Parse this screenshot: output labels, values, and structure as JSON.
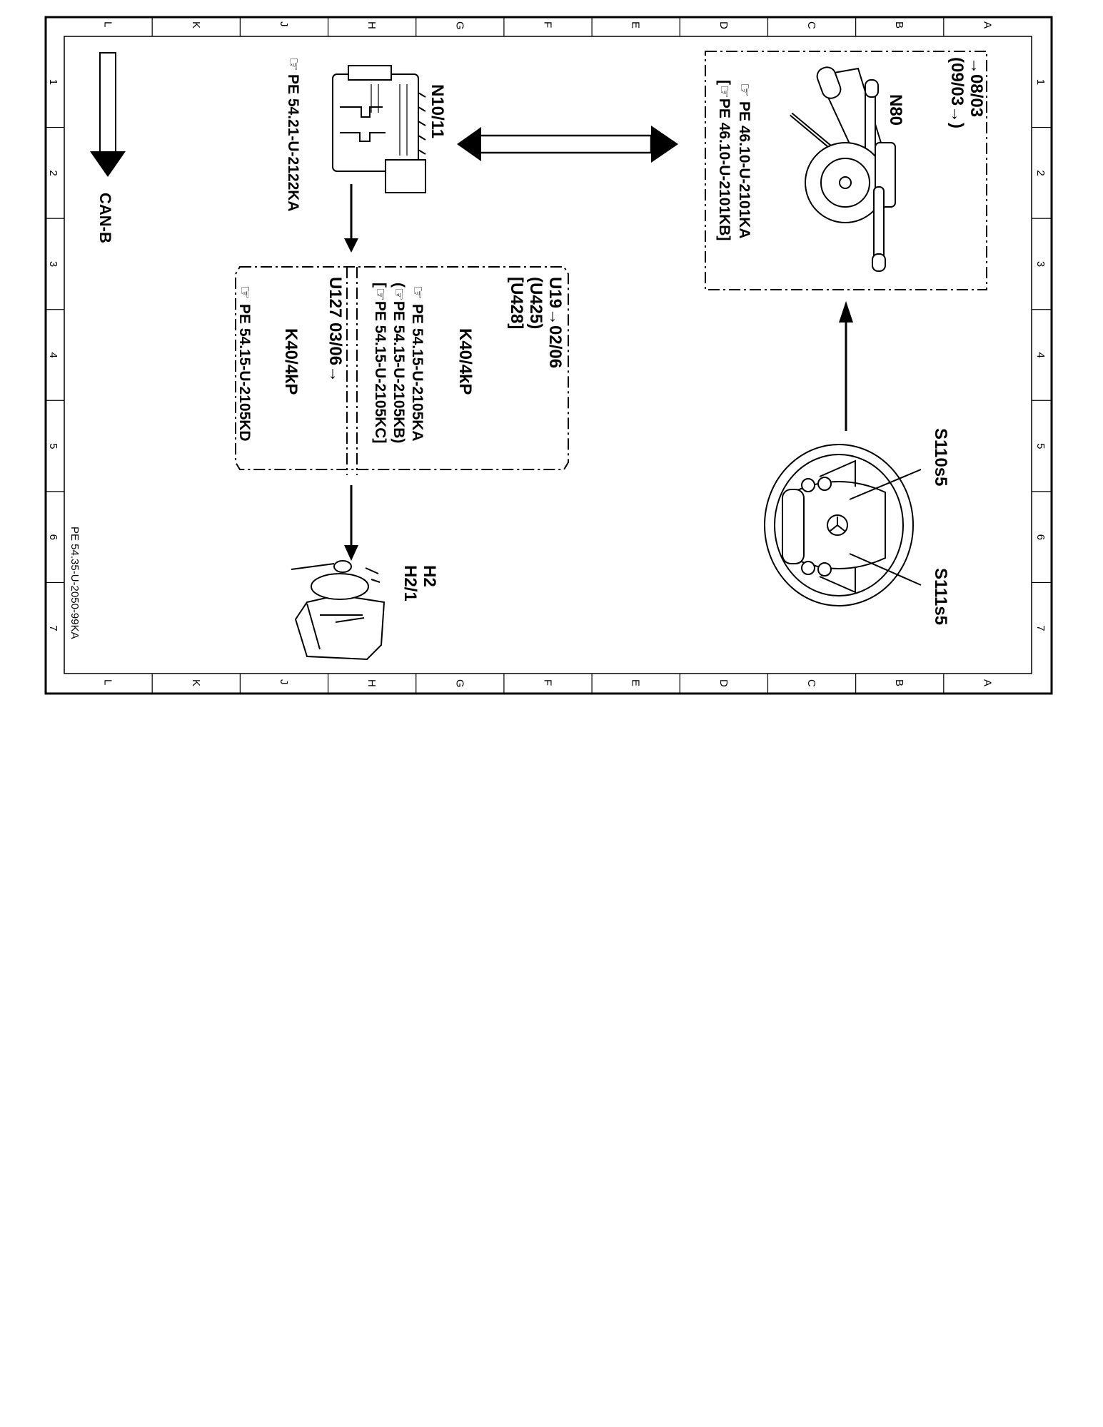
{
  "frame": {
    "columns": [
      "L",
      "K",
      "J",
      "H",
      "G",
      "F",
      "E",
      "D",
      "C",
      "B",
      "A"
    ],
    "rows": [
      "1",
      "2",
      "3",
      "4",
      "5",
      "6",
      "7"
    ],
    "drawing_id": "PE 54.35-U-2050-99KA"
  },
  "legend": {
    "can_label": "CAN-B"
  },
  "components": {
    "n10": {
      "code": "N10/11",
      "ref_symbol": "☞",
      "ref": "PE  54.21-U-2122KA"
    },
    "n80": {
      "code": "N80",
      "validity_1": "→08/03",
      "validity_2": "(09/03→)",
      "ref_symbol": "☞",
      "ref_1": "PE  46.10-U-2101KA",
      "ref_2": "[☞PE  46.10-U-2101KB]"
    },
    "k40_a": {
      "models_1": "U19→02/06",
      "models_2": "(U425)",
      "models_3": "[U428]",
      "code": "K40/4kP",
      "ref_symbol": "☞",
      "ref_1": "PE  54.15-U-2105KA",
      "ref_2": "(☞PE  54.15-U-2105KB)",
      "ref_3": "[☞PE  54.15-U-2105KC]"
    },
    "k40_b": {
      "models": "U127  03/06→",
      "code": "K40/4kP",
      "ref_symbol": "☞",
      "ref": "PE  54.15-U-2105KD"
    },
    "horn": {
      "code_1": "H2",
      "code_2": "H2/1"
    },
    "wheel": {
      "switch_1": "S110s5",
      "switch_2": "S111s5"
    }
  }
}
